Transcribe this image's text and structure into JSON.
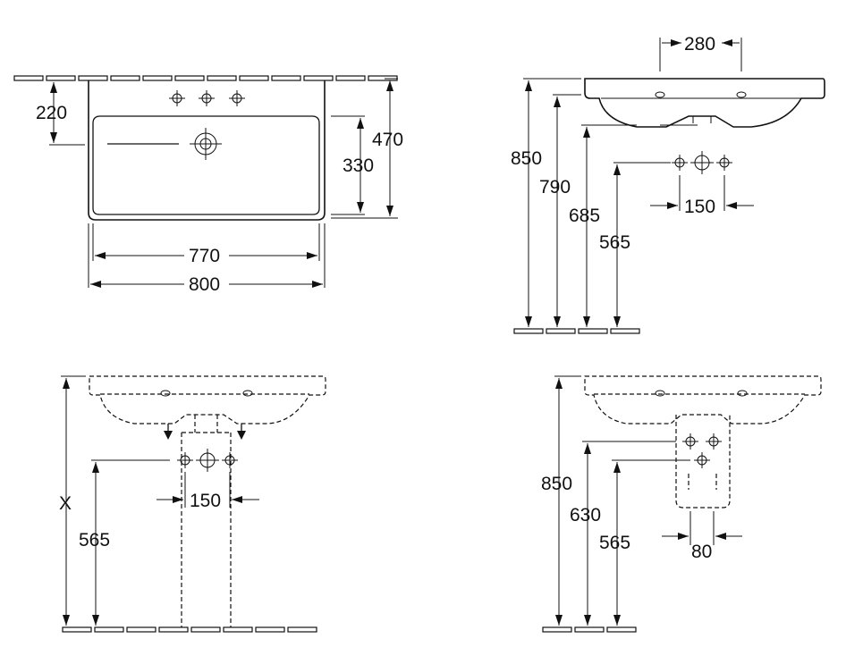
{
  "views": {
    "top": {
      "dim_height_overall": "470",
      "dim_tap_offset": "220",
      "dim_bowl_depth": "330",
      "dim_bowl_width": "770",
      "dim_width_overall": "800"
    },
    "side": {
      "dim_tap_spacing": "280",
      "dim_rim_height": "850",
      "dim_bowl_bottom": "790",
      "dim_underside": "685",
      "dim_supply_height": "565",
      "dim_supply_spacing": "150"
    },
    "front_pedestal": {
      "dim_variable": "X",
      "dim_supply_height": "565",
      "dim_supply_spacing": "150"
    },
    "front_semipedestal": {
      "dim_rim_height": "850",
      "dim_waste_height": "630",
      "dim_supply_height": "565",
      "dim_supply_spacing": "80"
    }
  }
}
